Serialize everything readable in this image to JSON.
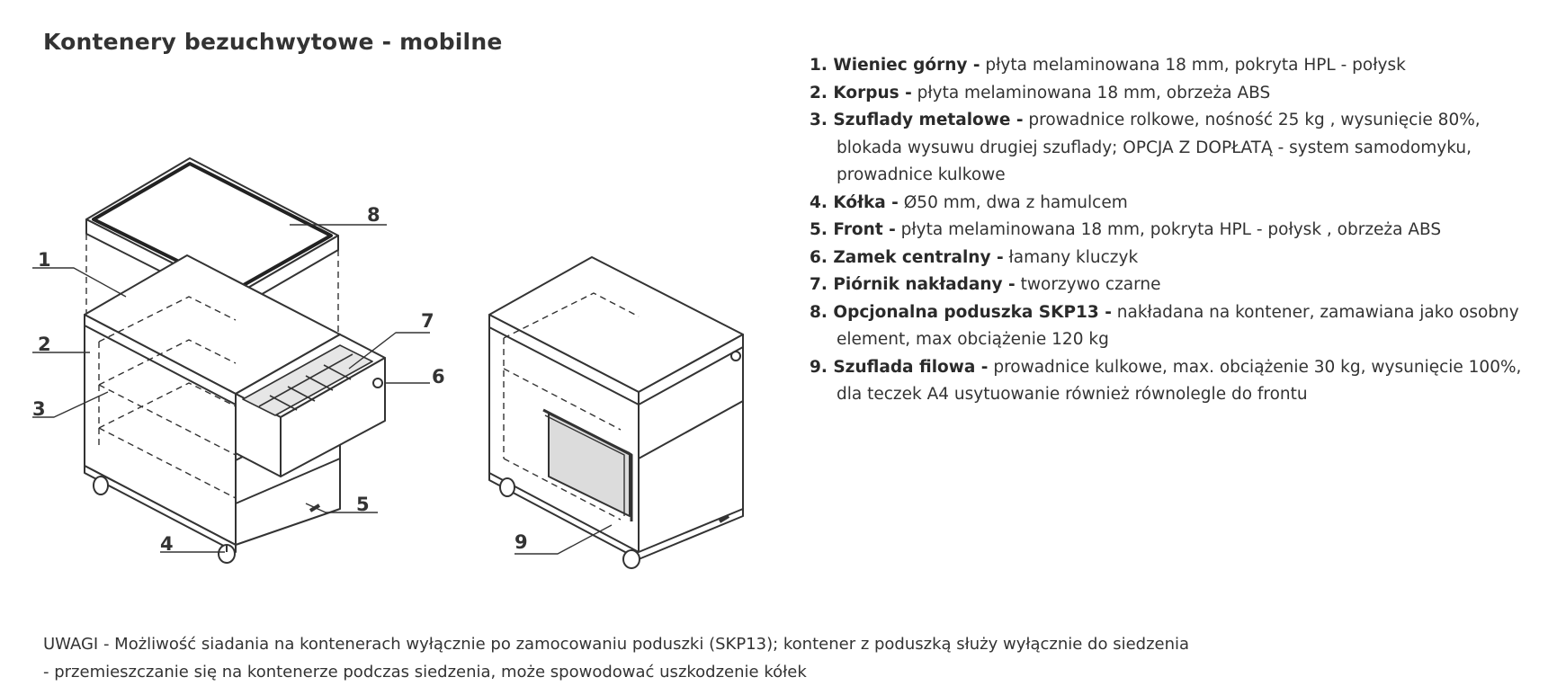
{
  "title": "Kontenery bezuchwytowe - mobilne",
  "callouts": [
    "1",
    "2",
    "3",
    "4",
    "5",
    "6",
    "7",
    "8",
    "9"
  ],
  "specs": [
    {
      "number": "1.",
      "label": "Wieniec górny -",
      "text": " płyta melaminowana 18 mm, pokryta HPL - połysk"
    },
    {
      "number": "2.",
      "label": "Korpus -",
      "text": " płyta melaminowana 18 mm, obrzeża ABS"
    },
    {
      "number": "3.",
      "label": "Szuflady metalowe -",
      "text": " prowadnice rolkowe, nośność 25 kg , wysunięcie 80%, blokada wysuwu drugiej szuflady; OPCJA Z DOPŁATĄ - system samodomyku, prowadnice kulkowe"
    },
    {
      "number": "4.",
      "label": "Kółka -",
      "text": " Ø50 mm, dwa z hamulcem"
    },
    {
      "number": "5.",
      "label": "Front -",
      "text": " płyta melaminowana 18 mm, pokryta HPL - połysk , obrzeża ABS"
    },
    {
      "number": "6.",
      "label": "Zamek centralny -",
      "text": " łamany kluczyk"
    },
    {
      "number": "7.",
      "label": "Piórnik nakładany -",
      "text": " tworzywo czarne"
    },
    {
      "number": "8.",
      "label": "Opcjonalna poduszka SKP13 -",
      "text": " nakładana na kontener, zamawiana jako osobny element, max obciążenie 120 kg"
    },
    {
      "number": "9.",
      "label": "Szuflada filowa -",
      "text": " prowadnice kulkowe, max. obciążenie 30 kg, wysunięcie 100%, dla teczek A4 usytuowanie również równolegle do frontu"
    }
  ],
  "notes": {
    "line1": "UWAGI - Możliwość siadania na kontenerach wyłącznie po zamocowaniu poduszki (SKP13); kontener z poduszką służy wyłącznie do siedzenia",
    "line2": "- przemieszczanie się na kontenerze podczas siedzenia, może spowodować uszkodzenie kółek"
  }
}
